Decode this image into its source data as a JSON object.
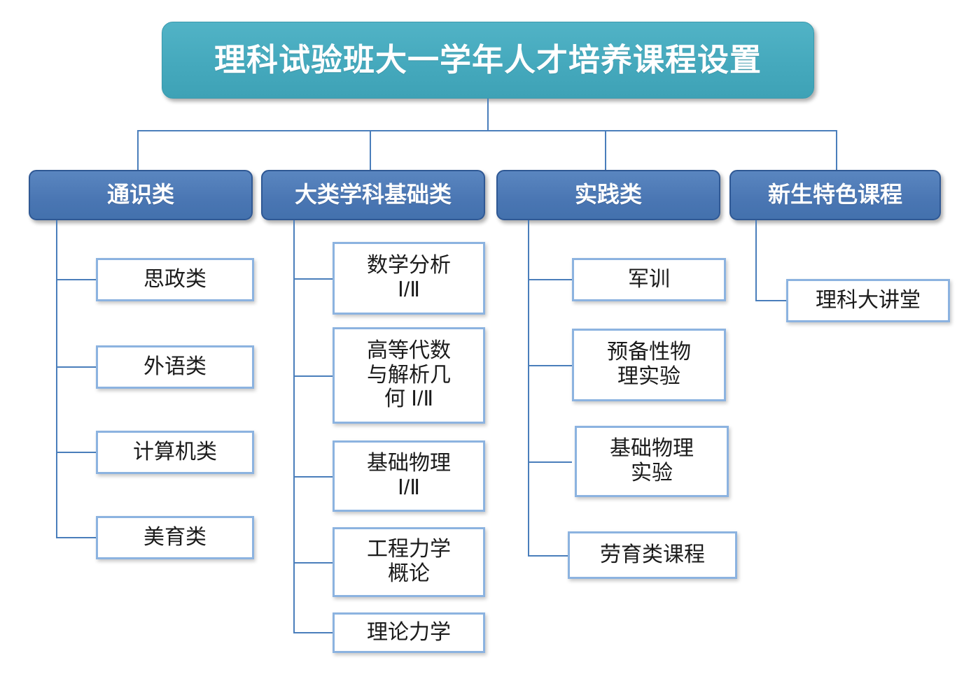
{
  "diagram": {
    "title": "理科试验班大一学年人才培养课程设置",
    "accent_teal": "#45a9bd",
    "accent_blue": "#4a76b3",
    "leaf_border": "#8cb3e0",
    "connector_color": "#4a7ebb",
    "background": "#ffffff"
  },
  "categories": [
    {
      "label": "通识类",
      "children": [
        {
          "label": "思政类"
        },
        {
          "label": "外语类"
        },
        {
          "label": "计算机类"
        },
        {
          "label": "美育类"
        }
      ]
    },
    {
      "label": "大类学科基础类",
      "children": [
        {
          "label": "数学分析\nⅠ/Ⅱ"
        },
        {
          "label": "高等代数\n与解析几\n何 Ⅰ/Ⅱ"
        },
        {
          "label": "基础物理\nⅠ/Ⅱ"
        },
        {
          "label": "工程力学\n概论"
        },
        {
          "label": "理论力学"
        }
      ]
    },
    {
      "label": "实践类",
      "children": [
        {
          "label": "军训"
        },
        {
          "label": "预备性物\n理实验"
        },
        {
          "label": "基础物理\n实验"
        },
        {
          "label": "劳育类课程"
        }
      ]
    },
    {
      "label": "新生特色课程",
      "children": [
        {
          "label": "理科大讲堂"
        }
      ]
    }
  ]
}
